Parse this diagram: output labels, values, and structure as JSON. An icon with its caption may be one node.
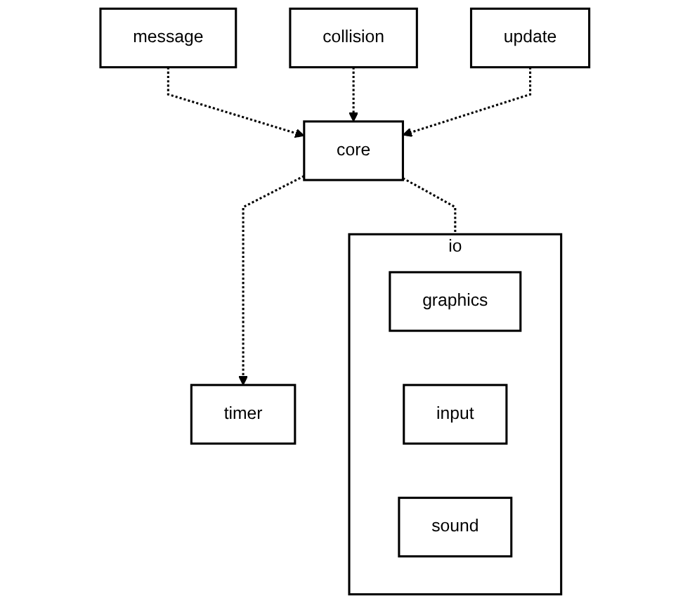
{
  "diagram": {
    "nodes": [
      {
        "text": [
          "message"
        ]
      },
      {
        "text": [
          "collision"
        ]
      },
      {
        "text": [
          "update"
        ]
      },
      {
        "text": [
          "core"
        ]
      },
      {
        "text": [
          "timer"
        ]
      },
      {
        "text": [
          "io"
        ]
      },
      {
        "text": [
          "graphics"
        ],
        "in": 5
      },
      {
        "text": [
          "input"
        ],
        "in": 5
      },
      {
        "text": [
          "sound"
        ],
        "in": 5
      }
    ],
    "edges": [
      {
        "from": 0,
        "to": 3,
        "arrow": "to",
        "style": "dashed"
      },
      {
        "from": 1,
        "to": 3,
        "arrow": "to",
        "style": "dashed"
      },
      {
        "from": 2,
        "to": 3,
        "arrow": "to",
        "style": "dashed"
      },
      {
        "from": 3,
        "to": 4,
        "arrow": "to",
        "style": "dashed"
      },
      {
        "from": 3,
        "to": 5,
        "arrow": "none",
        "style": "dashed"
      }
    ]
  }
}
